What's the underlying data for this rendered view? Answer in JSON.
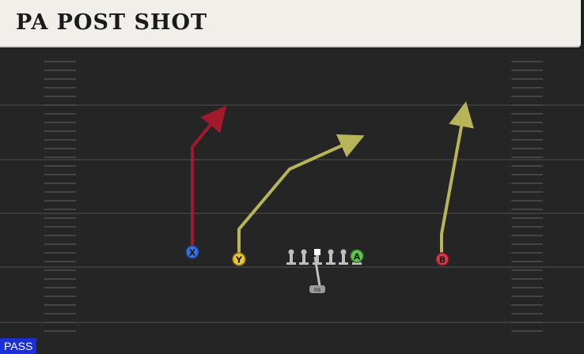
{
  "play": {
    "title": "PA POST SHOT",
    "type": "PASS"
  },
  "players": [
    {
      "label": "X",
      "color": "#3c6fd8"
    },
    {
      "label": "Y",
      "color": "#e7c53a"
    },
    {
      "label": "A",
      "color": "#5fc74a"
    },
    {
      "label": "B",
      "color": "#d6394b"
    },
    {
      "label": "RB",
      "color": "#9a9a9a"
    }
  ],
  "routes": [
    {
      "player": "X",
      "color": "#a11a2c",
      "type": "post"
    },
    {
      "player": "Y",
      "color": "#b8b45a",
      "type": "post"
    },
    {
      "player": "B",
      "color": "#b8b45a",
      "type": "go"
    }
  ],
  "colors": {
    "field": "#252525",
    "yard_line": "#3b3b3b",
    "hash": "#4a4a4a",
    "lineman": "#bfbfbf",
    "qb": "#ffffff"
  }
}
